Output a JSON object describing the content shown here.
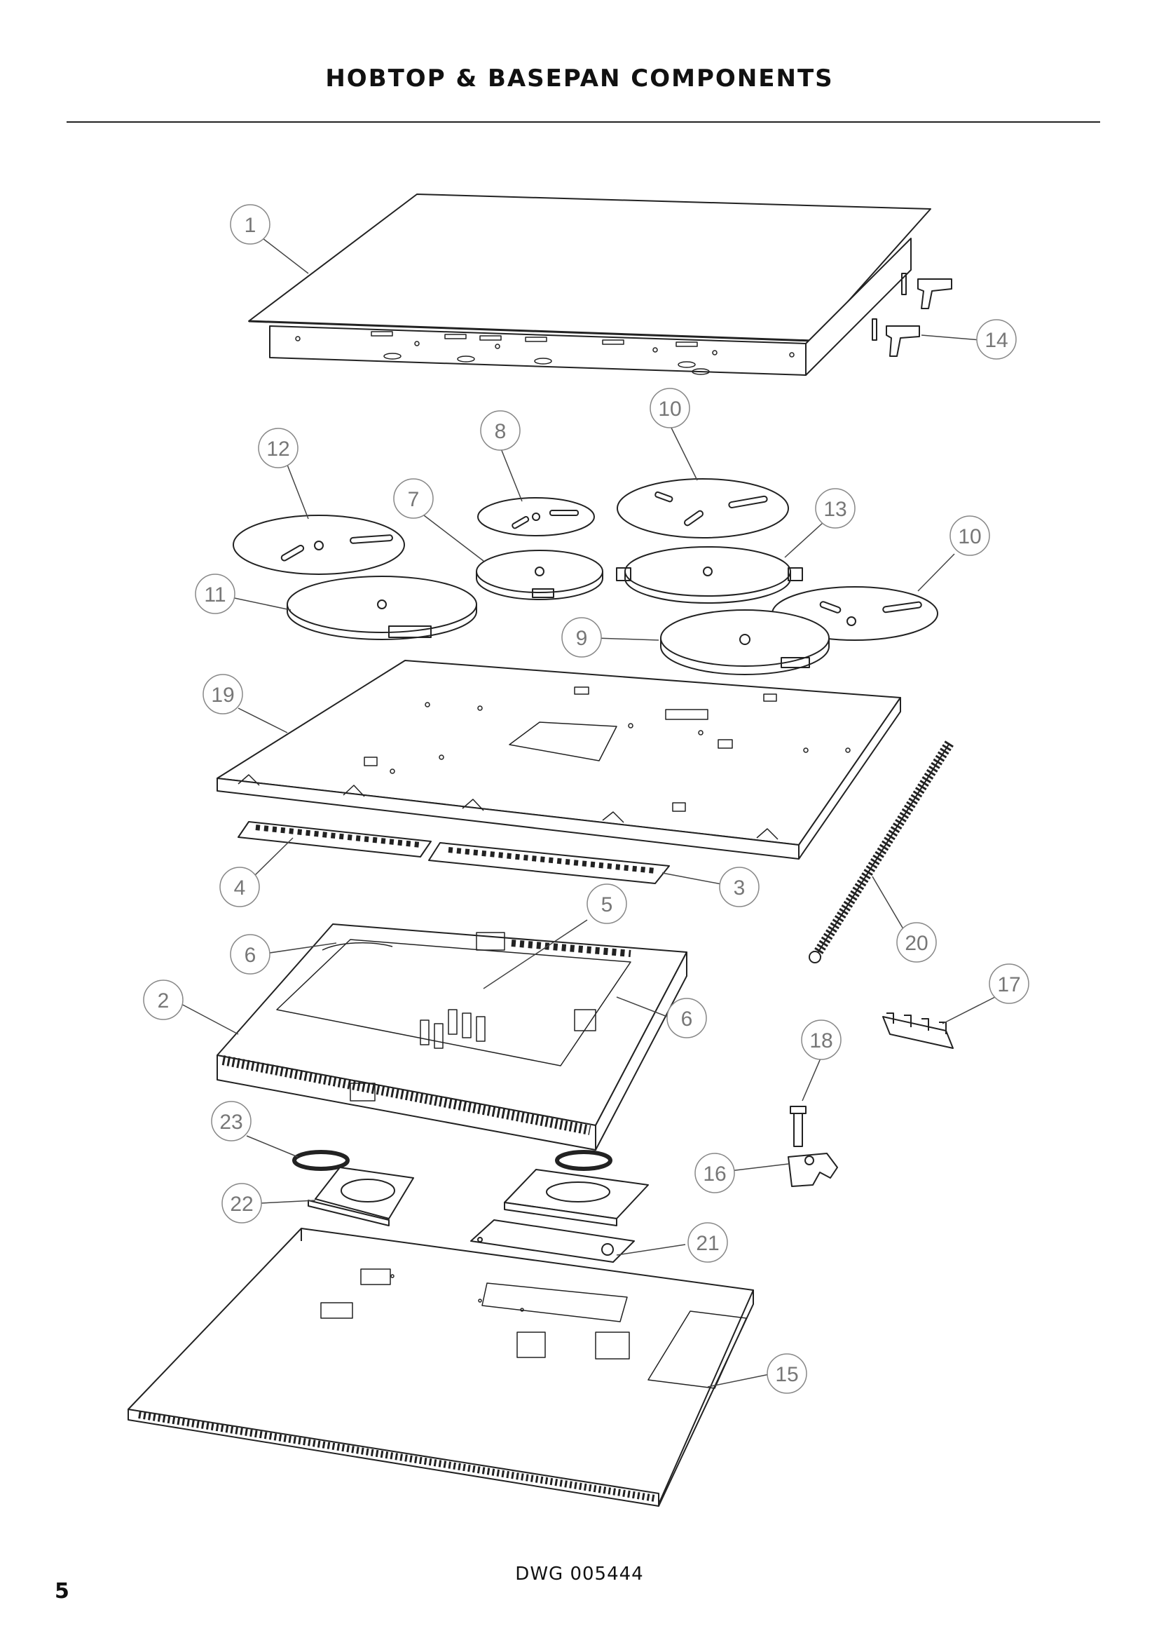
{
  "header": {
    "title": "HOBTOP & BASEPAN COMPONENTS"
  },
  "footer": {
    "drawing_number": "DWG 005444",
    "page_number": "5"
  },
  "callouts": [
    {
      "label": "1"
    },
    {
      "label": "14"
    },
    {
      "label": "12"
    },
    {
      "label": "8"
    },
    {
      "label": "10"
    },
    {
      "label": "7"
    },
    {
      "label": "13"
    },
    {
      "label": "10"
    },
    {
      "label": "11"
    },
    {
      "label": "9"
    },
    {
      "label": "19"
    },
    {
      "label": "4"
    },
    {
      "label": "3"
    },
    {
      "label": "5"
    },
    {
      "label": "20"
    },
    {
      "label": "6"
    },
    {
      "label": "2"
    },
    {
      "label": "6"
    },
    {
      "label": "17"
    },
    {
      "label": "18"
    },
    {
      "label": "23"
    },
    {
      "label": "16"
    },
    {
      "label": "22"
    },
    {
      "label": "21"
    },
    {
      "label": "15"
    }
  ]
}
